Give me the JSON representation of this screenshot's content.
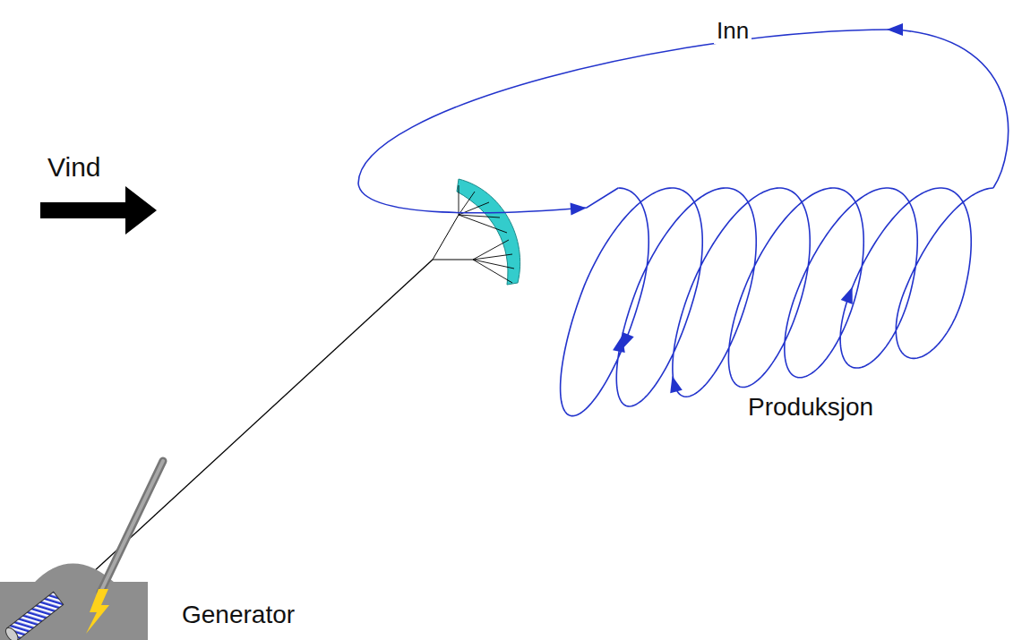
{
  "diagram": {
    "labels": [
      "Inn",
      "Vind",
      "Produksjon",
      "Generator"
    ]
  }
}
